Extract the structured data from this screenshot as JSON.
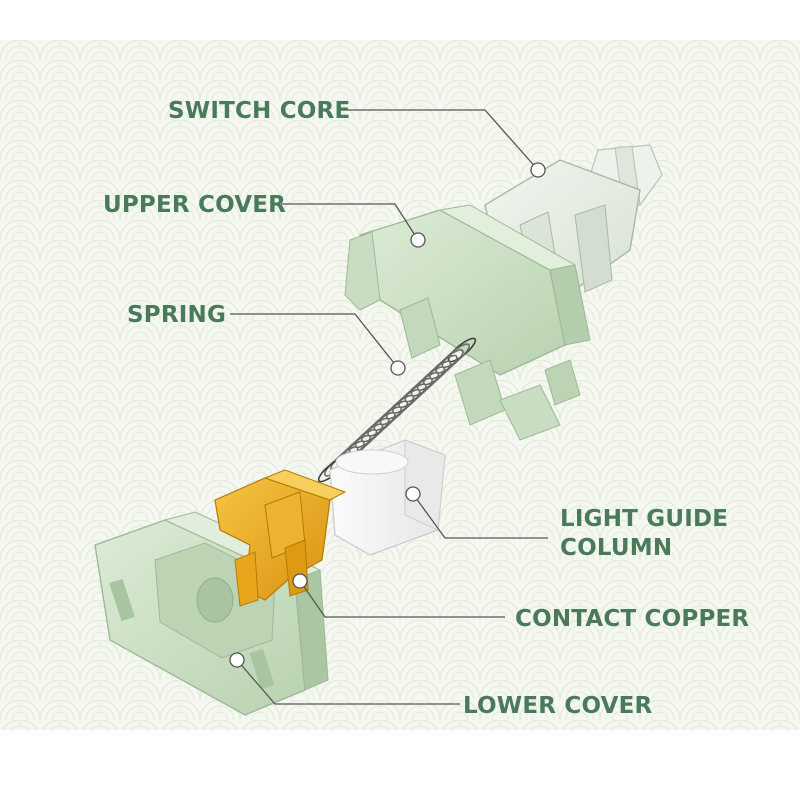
{
  "labels": {
    "switch_core": "SWITCH CORE",
    "upper_cover": "UPPER COVER",
    "spring": "SPRING",
    "light_guide_line1": "LIGHT GUIDE",
    "light_guide_line2": "COLUMN",
    "contact_copper": "CONTACT COPPER",
    "lower_cover": "LOWER COVER"
  },
  "colors": {
    "label_text": "#4a7a5a",
    "leader_line": "#555555",
    "pattern_background": "#f3f6ee",
    "switch_core_body": "#e6ede2",
    "housing_green": "#cfe3c8",
    "copper": "#e9ab1f",
    "light_guide": "#f4f4f4",
    "spring_metal": "#6a6a6a"
  }
}
